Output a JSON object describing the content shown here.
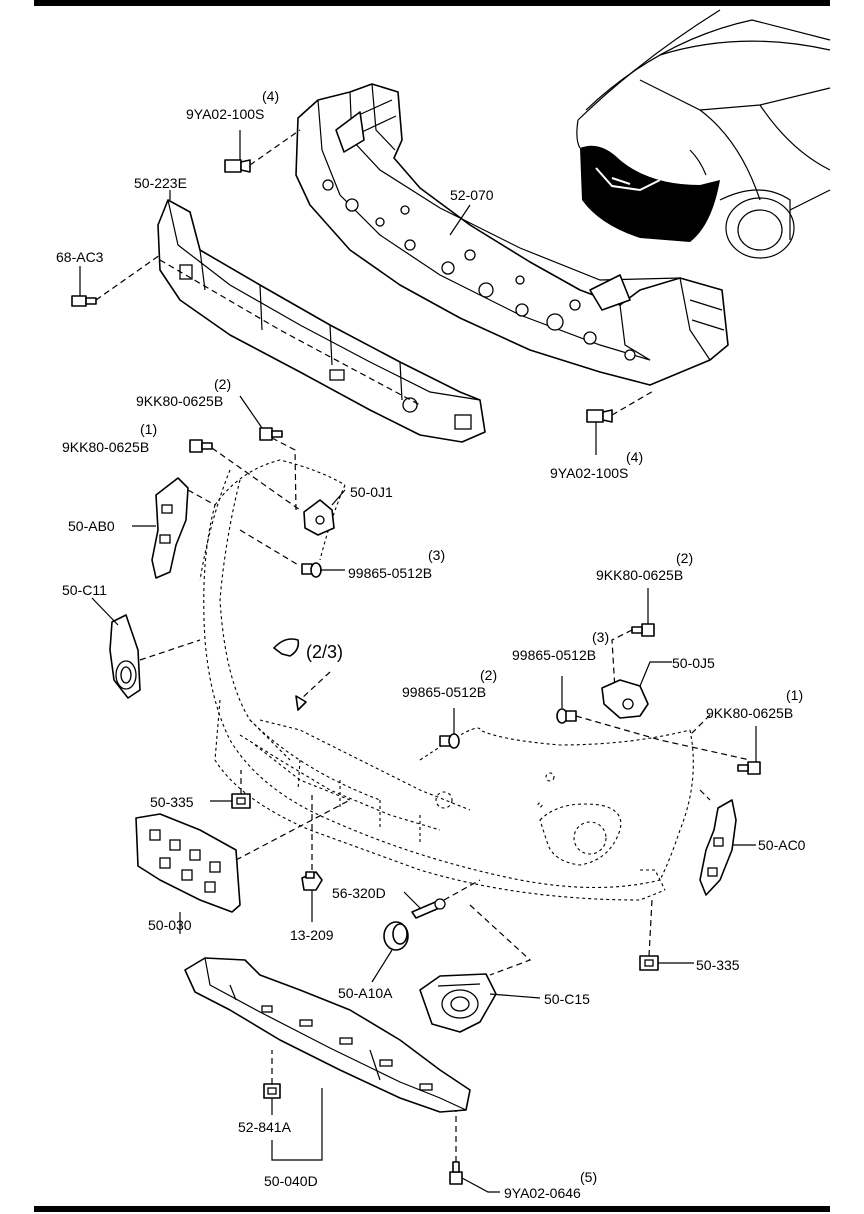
{
  "labels": {
    "p_9ya02_100s_top": "9YA02-100S",
    "q_9ya02_100s_top": "(4)",
    "p_50_223e": "50-223E",
    "p_68_ac3": "68-AC3",
    "p_52_070": "52-070",
    "p_9kk80_0625b_2": "9KK80-0625B",
    "q_9kk80_0625b_2": "(2)",
    "p_9kk80_0625b_1": "9KK80-0625B",
    "q_9kk80_0625b_1": "(1)",
    "p_9ya02_100s_right": "9YA02-100S",
    "q_9ya02_100s_right": "(4)",
    "p_50_0j1": "50-0J1",
    "p_50_ab0": "50-AB0",
    "p_99865_0512b_3": "99865-0512B",
    "q_99865_0512b_3": "(3)",
    "p_9kk80_0625b_r2": "9KK80-0625B",
    "q_9kk80_0625b_r2": "(2)",
    "p_50_c11": "50-C11",
    "p_99865_0512b_r3": "99865-0512B",
    "q_99865_0512b_r3": "(3)",
    "p_50_0j5": "50-0J5",
    "p_ref_2_3": "(2/3)",
    "p_99865_0512b_2": "99865-0512B",
    "q_99865_0512b_2": "(2)",
    "p_9kk80_0625b_r1": "9KK80-0625B",
    "q_9kk80_0625b_r1": "(1)",
    "p_50_335_left": "50-335",
    "p_50_ac0": "50-AC0",
    "p_50_030": "50-030",
    "p_56_320d": "56-320D",
    "p_13_209": "13-209",
    "p_50_335_right": "50-335",
    "p_50_a10a": "50-A10A",
    "p_50_c15": "50-C15",
    "p_52_841a": "52-841A",
    "p_50_040d": "50-040D",
    "p_9ya02_0646": "9YA02-0646",
    "q_9ya02_0646": "(5)"
  }
}
